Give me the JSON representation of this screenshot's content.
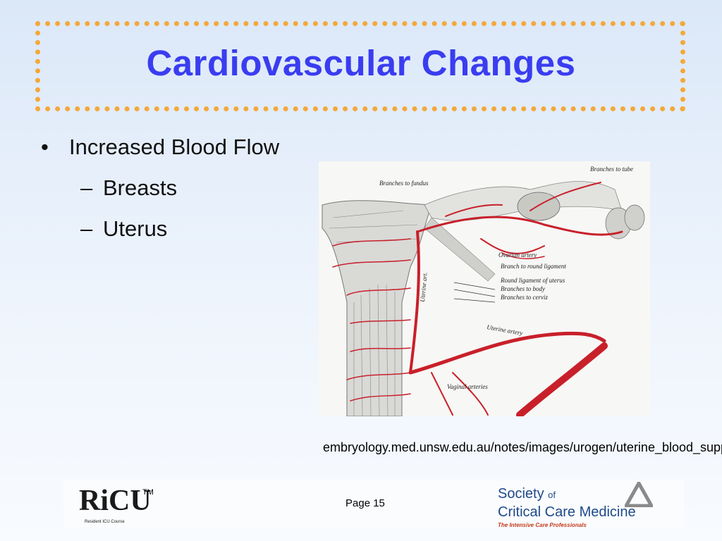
{
  "slide": {
    "title": "Cardiovascular Changes",
    "bullets": [
      {
        "text": "Increased Blood Flow",
        "marker": "•"
      },
      {
        "text": "Breasts",
        "marker": "–"
      },
      {
        "text": "Uterus",
        "marker": "–"
      }
    ],
    "figure": {
      "labels": {
        "branches_to_tube": "Branches to tube",
        "branches_to_fundus": "Branches to fundus",
        "ovarian_artery": "Ovarian artery",
        "branch_to_round_ligament": "Branch to round ligament",
        "round_ligament_of_uterus": "Round ligament of uterus",
        "branches_to_body": "Branches to body",
        "branches_to_cervix": "Branches to cerviz",
        "uterine_artery": "Uterine artery",
        "uterine_art": "Uterine art.",
        "vaginal_arteries": "Vaginal arteries"
      }
    },
    "caption": "embryology.med.unsw.edu.au/notes/images/urogen/uterine_blood_supply.jpg",
    "page_label": "Page 15",
    "logos": {
      "ricu": {
        "mark": "RiCU",
        "tm": "TM",
        "subtitle": "Resident ICU Course"
      },
      "sccm": {
        "line1": "Society",
        "line1_suffix": "of",
        "line2": "Critical Care Medicine",
        "tagline": "The Intensive Care Professionals"
      }
    },
    "colors": {
      "title": "#3a3df0",
      "frame": "#f4a83a",
      "artery": "#c8202a"
    }
  }
}
